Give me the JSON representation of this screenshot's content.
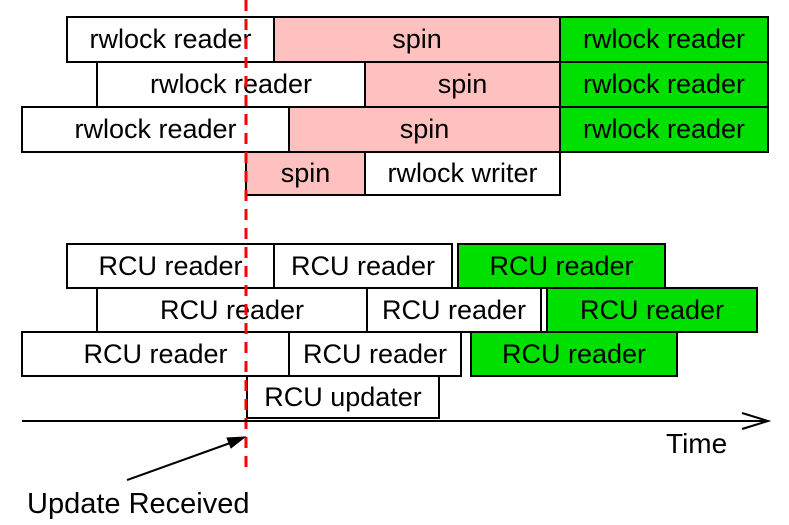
{
  "colors": {
    "pink": "#ffc0c0",
    "green": "#00e000",
    "red": "#ff0000",
    "box_border": "#000000"
  },
  "rwlock": {
    "rows": [
      {
        "segments": [
          {
            "label": "rwlock reader",
            "fill": "white"
          },
          {
            "label": "spin",
            "fill": "pink"
          },
          {
            "label": "rwlock reader",
            "fill": "green"
          }
        ]
      },
      {
        "segments": [
          {
            "label": "rwlock reader",
            "fill": "white"
          },
          {
            "label": "spin",
            "fill": "pink"
          },
          {
            "label": "rwlock reader",
            "fill": "green"
          }
        ]
      },
      {
        "segments": [
          {
            "label": "rwlock reader",
            "fill": "white"
          },
          {
            "label": "spin",
            "fill": "pink"
          },
          {
            "label": "rwlock reader",
            "fill": "green"
          }
        ]
      },
      {
        "segments": [
          {
            "label": "spin",
            "fill": "pink"
          },
          {
            "label": "rwlock writer",
            "fill": "white"
          }
        ]
      }
    ]
  },
  "rcu": {
    "rows": [
      {
        "segments": [
          {
            "label": "RCU reader",
            "fill": "white"
          },
          {
            "label": "RCU reader",
            "fill": "white"
          },
          {
            "label": "RCU reader",
            "fill": "green"
          }
        ]
      },
      {
        "segments": [
          {
            "label": "RCU reader",
            "fill": "white"
          },
          {
            "label": "RCU reader",
            "fill": "white"
          },
          {
            "label": "RCU reader",
            "fill": "green"
          }
        ]
      },
      {
        "segments": [
          {
            "label": "RCU reader",
            "fill": "white"
          },
          {
            "label": "RCU reader",
            "fill": "white"
          },
          {
            "label": "RCU reader",
            "fill": "green"
          }
        ]
      },
      {
        "segments": [
          {
            "label": "RCU updater",
            "fill": "white"
          }
        ]
      }
    ]
  },
  "axis": {
    "label": "Time"
  },
  "annotation": {
    "label": "Update Received"
  }
}
